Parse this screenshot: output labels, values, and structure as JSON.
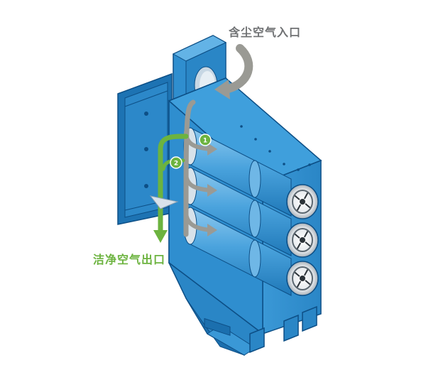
{
  "labels": {
    "dust_air_inlet": "含尘空气入口",
    "clean_air_outlet": "洁净空气出口"
  },
  "steps": [
    "1",
    "2"
  ],
  "colors": {
    "housing_blue": "#2f8ecf",
    "housing_dark": "#1b6fae",
    "housing_light": "#63b3e6",
    "inlet_arrow": "#9a9a94",
    "clean_arrow": "#6cb33f",
    "inlet_text": "#6f7173",
    "outlet_text": "#6cb33f",
    "cartridge_end": "#e8ebee"
  },
  "icons": {
    "step_badge": "numbered-circle",
    "flow_arrow": "curved-arrow"
  }
}
